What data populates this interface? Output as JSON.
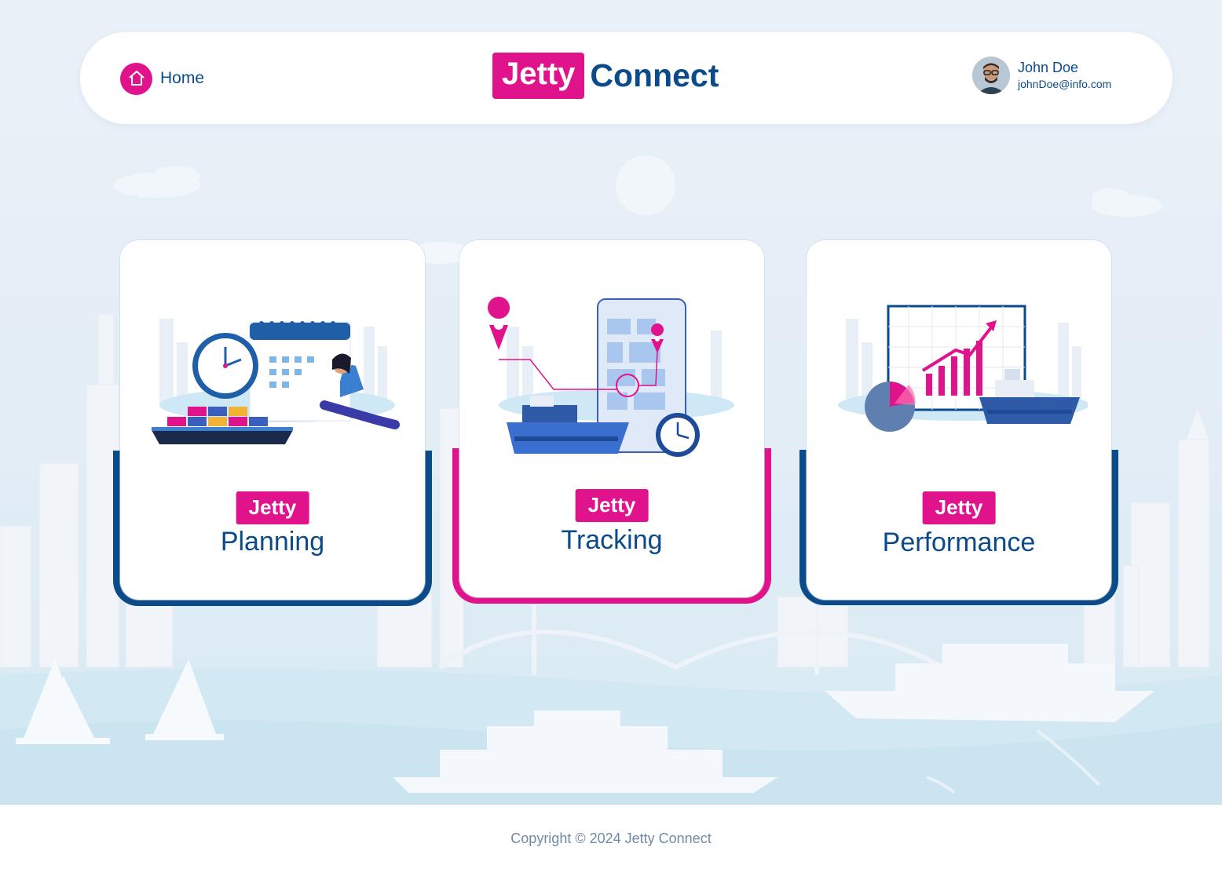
{
  "header": {
    "home_label": "Home",
    "logo_part1": "Jetty",
    "logo_part2": "Connect",
    "user_name": "John Doe",
    "user_email": "johnDoe@info.com"
  },
  "cards": [
    {
      "tag": "Jetty",
      "title": "Planning",
      "accent": "#0c4b8a"
    },
    {
      "tag": "Jetty",
      "title": "Tracking",
      "accent": "#e0138c"
    },
    {
      "tag": "Jetty",
      "title": "Performance",
      "accent": "#0c4b8a"
    }
  ],
  "footer": {
    "copyright": "Copyright © 2024 Jetty Connect"
  },
  "colors": {
    "brand_pink": "#e0138c",
    "brand_navy": "#0c4b8a"
  }
}
